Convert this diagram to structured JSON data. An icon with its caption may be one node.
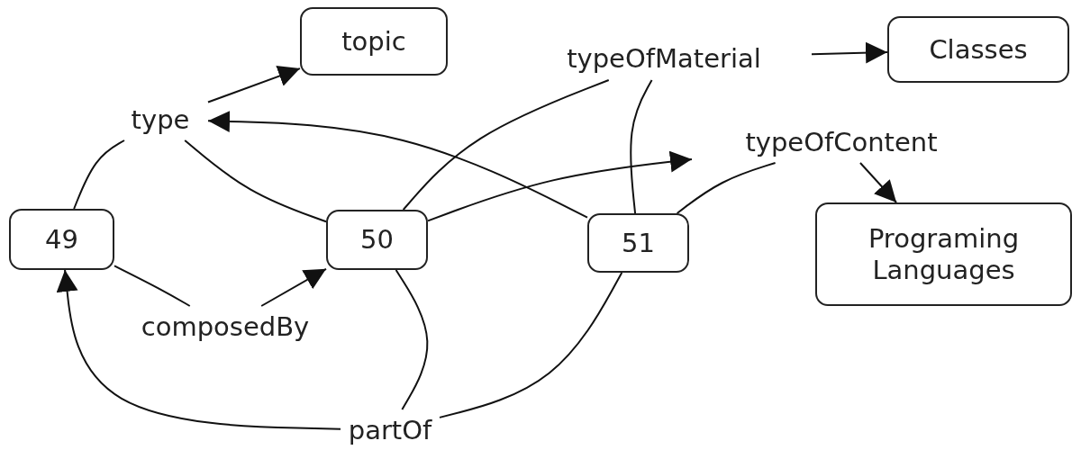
{
  "diagram": {
    "nodes": [
      {
        "text": [
          "topic"
        ]
      },
      {
        "text": [
          "Classes"
        ]
      },
      {
        "text": [
          "type"
        ]
      },
      {
        "text": [
          "typeOfMaterial"
        ]
      },
      {
        "text": [
          "typeOfContent"
        ]
      },
      {
        "text": [
          "49"
        ]
      },
      {
        "text": [
          "50"
        ]
      },
      {
        "text": [
          "51"
        ]
      },
      {
        "text": [
          "Programing Languages"
        ]
      },
      {
        "text": [
          "composedBy"
        ]
      },
      {
        "text": [
          "partOf"
        ]
      }
    ],
    "edges": [
      {
        "from": 2,
        "to": 0,
        "arrow": "to"
      },
      {
        "from": 5,
        "to": 2,
        "arrow": "none"
      },
      {
        "from": 2,
        "to": 6,
        "arrow": "none"
      },
      {
        "from": 7,
        "to": 2,
        "arrow": "to"
      },
      {
        "from": 6,
        "to": 3,
        "arrow": "none"
      },
      {
        "from": 7,
        "to": 3,
        "arrow": "none"
      },
      {
        "from": 3,
        "to": 1,
        "arrow": "to"
      },
      {
        "from": 6,
        "to": 4,
        "arrow": "to"
      },
      {
        "from": 7,
        "to": 4,
        "arrow": "none"
      },
      {
        "from": 4,
        "to": 8,
        "arrow": "to"
      },
      {
        "from": 5,
        "to": 9,
        "arrow": "none"
      },
      {
        "from": 9,
        "to": 6,
        "arrow": "to"
      },
      {
        "from": 10,
        "to": 5,
        "arrow": "to"
      },
      {
        "from": 6,
        "to": 10,
        "arrow": "none"
      },
      {
        "from": 7,
        "to": 10,
        "arrow": "none"
      }
    ]
  }
}
